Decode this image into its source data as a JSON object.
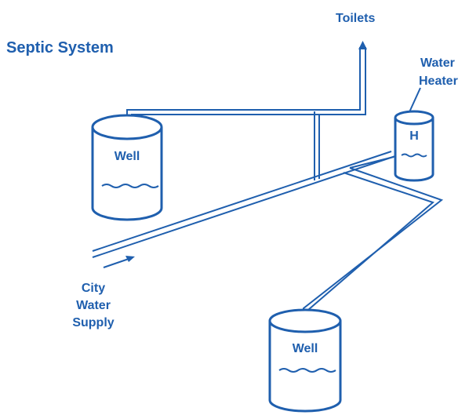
{
  "diagram": {
    "title": "Septic System",
    "labels": {
      "toilets": "Toilets",
      "water_heater_line1": "Water",
      "water_heater_line2": "Heater",
      "city_line1": "City",
      "city_line2": "Water",
      "city_line3": "Supply"
    },
    "tanks": {
      "well_left": "Well",
      "heater": "H",
      "well_bottom": "Well"
    },
    "colors": {
      "accent": "#1f5fae",
      "background": "#ffffff"
    }
  }
}
